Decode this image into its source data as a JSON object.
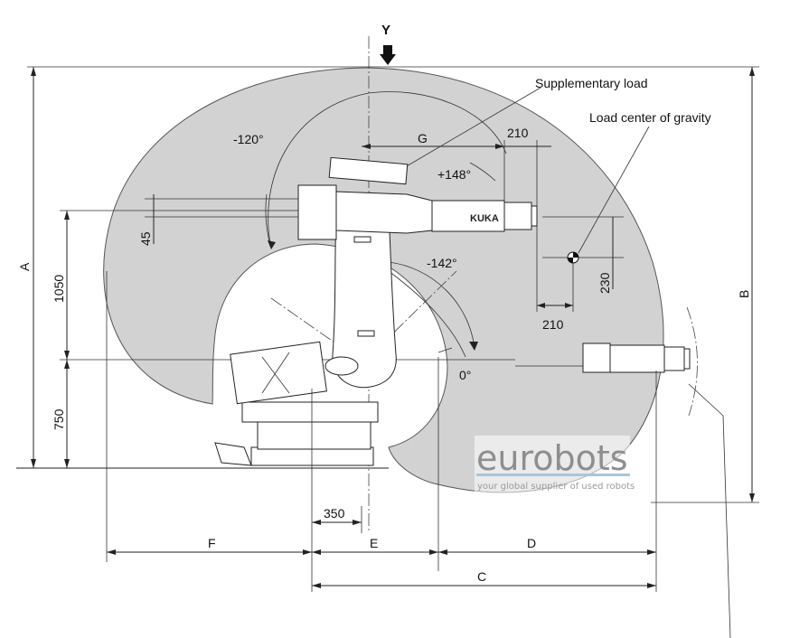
{
  "diagram": {
    "axis_label": "Y",
    "callouts": {
      "supplementary_load": "Supplementary load",
      "load_center": "Load center of gravity"
    },
    "angles": {
      "neg120": "-120°",
      "pos148": "+148°",
      "neg142": "-142°",
      "zero": "0°"
    },
    "dimensions": {
      "A": "A",
      "B": "B",
      "C": "C",
      "D": "D",
      "E": "E",
      "F": "F",
      "G": "G",
      "d45": "45",
      "d1050": "1050",
      "d750": "750",
      "d350": "350",
      "d210_top": "210",
      "d210_bottom": "210",
      "d230": "230"
    },
    "arm_brand": "KUKA",
    "watermark": {
      "brand": "eurobots",
      "tagline": "your global supplier of used robots"
    }
  }
}
